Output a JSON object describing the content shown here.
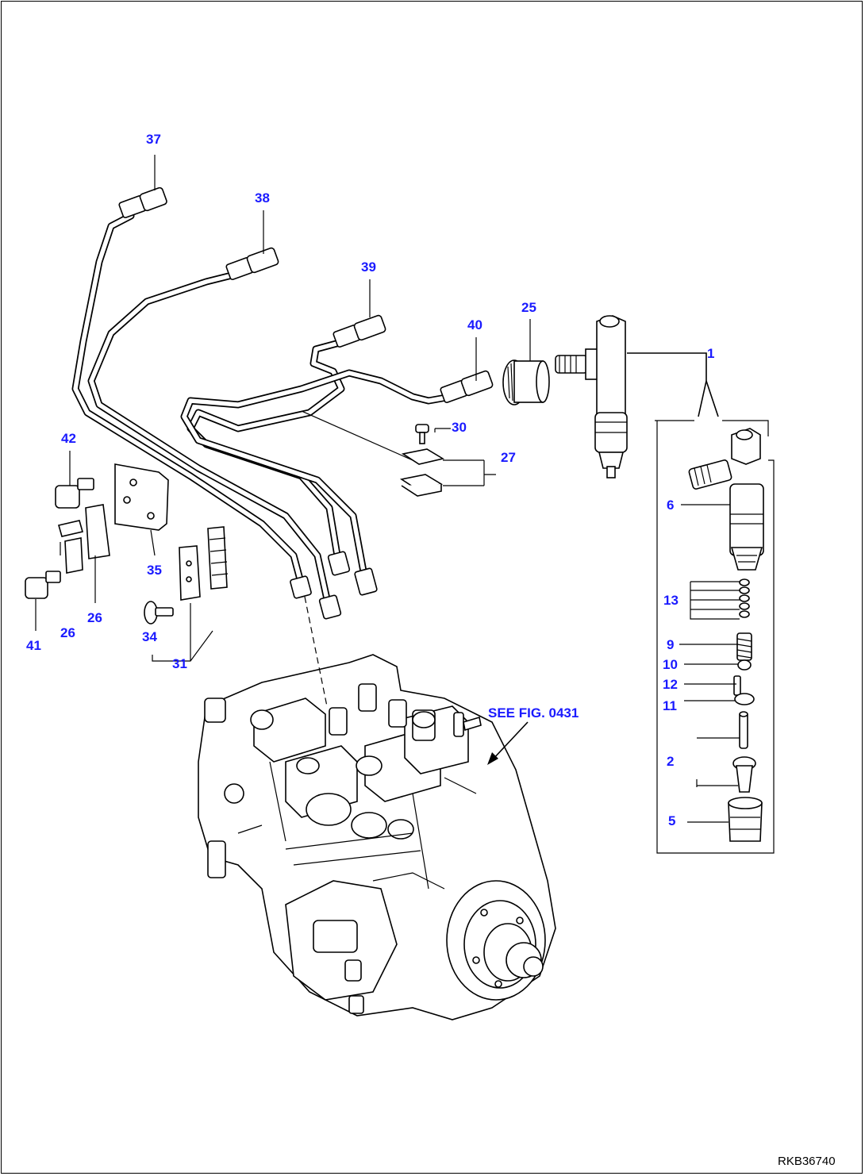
{
  "figure": {
    "drawing_code": "RKB36740",
    "reference_note": "SEE FIG. 0431"
  },
  "callouts": [
    {
      "id": "c37",
      "label": "37"
    },
    {
      "id": "c38",
      "label": "38"
    },
    {
      "id": "c39",
      "label": "39"
    },
    {
      "id": "c40",
      "label": "40"
    },
    {
      "id": "c25",
      "label": "25"
    },
    {
      "id": "c1",
      "label": "1"
    },
    {
      "id": "c30",
      "label": "30"
    },
    {
      "id": "c27",
      "label": "27"
    },
    {
      "id": "c42",
      "label": "42"
    },
    {
      "id": "c35",
      "label": "35"
    },
    {
      "id": "c26a",
      "label": "26"
    },
    {
      "id": "c26b",
      "label": "26"
    },
    {
      "id": "c41",
      "label": "41"
    },
    {
      "id": "c34",
      "label": "34"
    },
    {
      "id": "c31",
      "label": "31"
    },
    {
      "id": "c6",
      "label": "6"
    },
    {
      "id": "c13",
      "label": "13"
    },
    {
      "id": "c9",
      "label": "9"
    },
    {
      "id": "c10",
      "label": "10"
    },
    {
      "id": "c12",
      "label": "12"
    },
    {
      "id": "c11",
      "label": "11"
    },
    {
      "id": "c2",
      "label": "2"
    },
    {
      "id": "c5",
      "label": "5"
    }
  ]
}
